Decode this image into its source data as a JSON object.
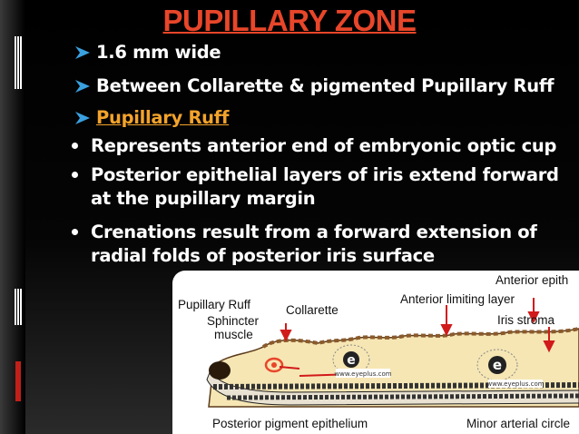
{
  "slide": {
    "title": "PUPILLARY ZONE",
    "points": [
      {
        "marker": "arrow",
        "text": "1.6 mm wide"
      },
      {
        "marker": "arrow",
        "text": "Between Collarette & pigmented Pupillary Ruff"
      },
      {
        "marker": "arrow",
        "text": "Pupillary Ruff",
        "highlight": true
      },
      {
        "marker": "dot",
        "lines": [
          "Represents anterior end of embryonic optic cup"
        ]
      },
      {
        "marker": "dot",
        "lines": [
          "Posterior epithelial layers of iris extend forward",
          "at the pupillary margin"
        ]
      },
      {
        "marker": "dot",
        "lines": [
          "Crenations result from a forward extension of",
          "radial folds of posterior iris surface"
        ]
      }
    ]
  },
  "diagram": {
    "labels": {
      "anterior_epithelium": "Anterior epith",
      "pupillary_ruff": "Pupillary Ruff",
      "collarette": "Collarette",
      "anterior_limiting_layer": "Anterior limiting layer",
      "sphincter_muscle_1": "Sphincter",
      "sphincter_muscle_2": "muscle",
      "iris_stroma": "Iris stroma",
      "posterior_pigment_epithelium": "Posterior pigment epithelium",
      "minor_arterial_circle": "Minor arterial circle"
    },
    "watermark": "www.eyeplus.com",
    "vessel_symbol": "e",
    "colors": {
      "accent": "#e8462a",
      "pointer": "#d11a1a",
      "pigment": "#5a3a1a",
      "stroma": "#f6e6b4"
    }
  },
  "colors": {
    "title": "#e8462a",
    "highlight": "#f3a32b",
    "arrow": "#3aa0e0"
  }
}
